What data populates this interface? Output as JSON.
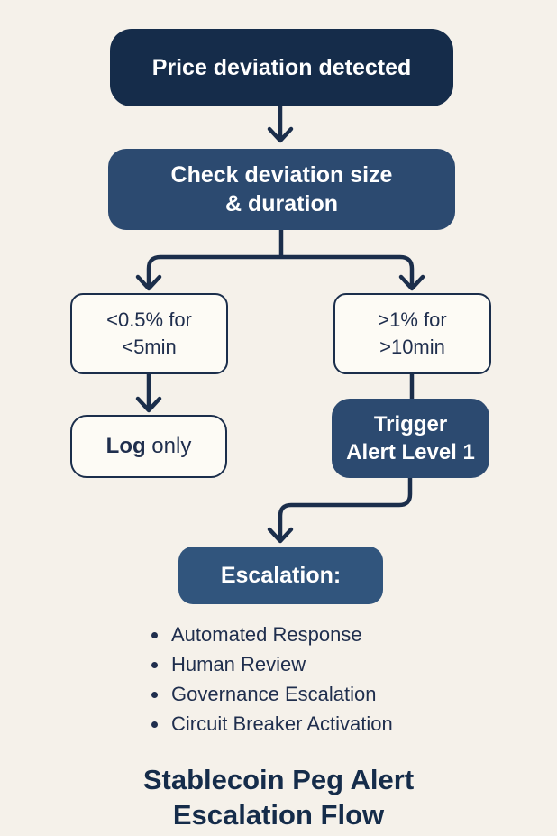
{
  "flow": {
    "nodes": {
      "start": "Price deviation detected",
      "check_line1": "Check deviation size",
      "check_line2": "& duration",
      "cond_minor_line1": "<0.5% for",
      "cond_minor_line2": "<5min",
      "cond_major_line1": ">1% for",
      "cond_major_line2": ">10min",
      "log_bold": "Log",
      "log_rest": " only",
      "trigger_line1": "Trigger",
      "trigger_line2": "Alert Level 1",
      "escalation": "Escalation:"
    },
    "bullets": [
      "Automated Response",
      "Human Review",
      "Governance Escalation",
      "Circuit Breaker Activation"
    ],
    "title_line1": "Stablecoin Peg Alert",
    "title_line2": "Escalation Flow"
  },
  "colors": {
    "background": "#f5f1ea",
    "node_dark": "#152c4a",
    "node_medium": "#2c4a70",
    "node_steel": "#31557d",
    "node_light_fill": "#fdfbf5",
    "connector": "#1b2e4b",
    "text_dark": "#1f2e4d",
    "text_light": "#ffffff"
  }
}
